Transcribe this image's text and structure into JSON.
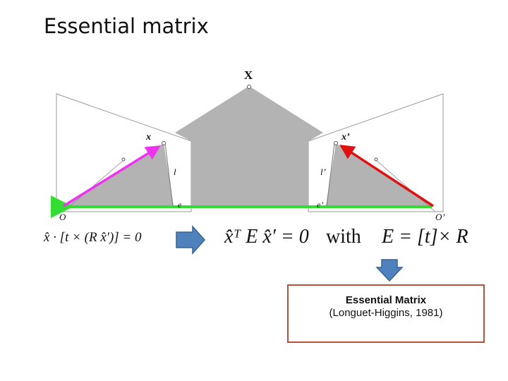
{
  "slide": {
    "title": "Essential matrix"
  },
  "diagram": {
    "labels": {
      "point_3d": "X",
      "left_image_point": "x",
      "right_image_point": "x’",
      "left_epipolar_line": "l",
      "right_epipolar_line": "l’",
      "left_epipole": "e",
      "right_epipole": "e’",
      "left_center": "O",
      "right_center": "O’"
    },
    "colors": {
      "plane_fill": "#b3b3b3",
      "baseline": "#33dd33",
      "left_ray": "#ee33ee",
      "right_ray": "#e01010",
      "block_arrow": "#4f81bd"
    }
  },
  "equations": {
    "constraint_left": "x̂ · [t × (R x̂′)] = 0",
    "constraint_mid": "x̂ᵀ E x̂′ = 0",
    "with_word": "with",
    "definition": "E = [t]× R"
  },
  "caption": {
    "title": "Essential Matrix",
    "subtitle": "(Longuet-Higgins, 1981)"
  }
}
